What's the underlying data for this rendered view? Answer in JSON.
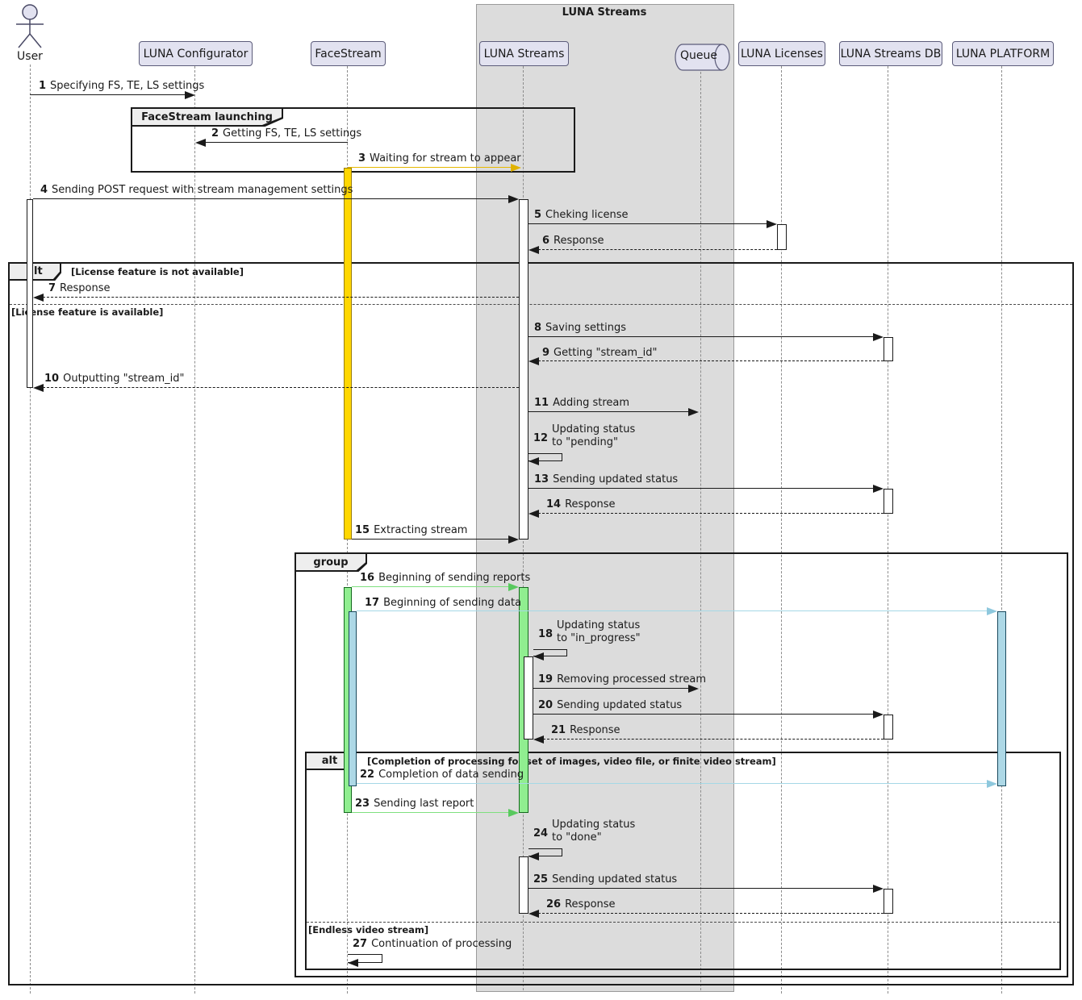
{
  "diagram": {
    "container_title": "LUNA Streams"
  },
  "participants": [
    {
      "id": "user",
      "label": "User",
      "type": "actor"
    },
    {
      "id": "luna-configurator",
      "label": "LUNA Configurator",
      "type": "participant"
    },
    {
      "id": "facestream",
      "label": "FaceStream",
      "type": "participant"
    },
    {
      "id": "luna-streams",
      "label": "LUNA Streams",
      "type": "participant"
    },
    {
      "id": "queue",
      "label": "Queue",
      "type": "queue"
    },
    {
      "id": "luna-licenses",
      "label": "LUNA Licenses",
      "type": "participant"
    },
    {
      "id": "luna-streams-db",
      "label": "LUNA Streams DB",
      "type": "participant"
    },
    {
      "id": "luna-platform",
      "label": "LUNA PLATFORM",
      "type": "participant"
    }
  ],
  "frames": {
    "launching": {
      "label": "FaceStream launching"
    },
    "alt1": {
      "label": "alt",
      "guard": "[License feature is not available]",
      "else_guard": "[License feature is available]"
    },
    "group": {
      "label": "group"
    },
    "alt2": {
      "label": "alt",
      "guard": "[Completion of processing for set of images, video file, or finite video stream]",
      "else_guard": "[Endless video stream]"
    }
  },
  "messages": [
    {
      "num": "1",
      "text": "Specifying FS, TE, LS settings"
    },
    {
      "num": "2",
      "text": "Getting FS, TE, LS settings"
    },
    {
      "num": "3",
      "text": "Waiting for stream to appear"
    },
    {
      "num": "4",
      "text": "Sending POST request with stream management settings"
    },
    {
      "num": "5",
      "text": "Cheking license"
    },
    {
      "num": "6",
      "text": "Response"
    },
    {
      "num": "7",
      "text": "Response"
    },
    {
      "num": "8",
      "text": "Saving settings"
    },
    {
      "num": "9",
      "text": "Getting \"stream_id\""
    },
    {
      "num": "10",
      "text": "Outputting \"stream_id\""
    },
    {
      "num": "11",
      "text": "Adding stream"
    },
    {
      "num": "12",
      "text": "Updating status",
      "text2": "to \"pending\""
    },
    {
      "num": "13",
      "text": "Sending updated status"
    },
    {
      "num": "14",
      "text": "Response"
    },
    {
      "num": "15",
      "text": "Extracting stream"
    },
    {
      "num": "16",
      "text": "Beginning of sending reports"
    },
    {
      "num": "17",
      "text": "Beginning of sending data"
    },
    {
      "num": "18",
      "text": "Updating status",
      "text2": "to \"in_progress\""
    },
    {
      "num": "19",
      "text": "Removing processed stream"
    },
    {
      "num": "20",
      "text": "Sending updated status"
    },
    {
      "num": "21",
      "text": "Response"
    },
    {
      "num": "22",
      "text": "Completion of data sending"
    },
    {
      "num": "23",
      "text": "Sending last report"
    },
    {
      "num": "24",
      "text": "Updating status",
      "text2": "to \"done\""
    },
    {
      "num": "25",
      "text": "Sending updated status"
    },
    {
      "num": "26",
      "text": "Response"
    },
    {
      "num": "27",
      "text": "Continuation of processing"
    }
  ],
  "colors": {
    "gold_activation": "#FFD700",
    "gold_arrow": "#E6B800",
    "green_activation": "#90EE90",
    "green_arrow": "#7FE07F",
    "blue_activation": "#ADD8E6",
    "blue_arrow": "#A5D8E6",
    "participant_fill": "#E2E2F0",
    "container_fill": "#DCDCDC"
  }
}
